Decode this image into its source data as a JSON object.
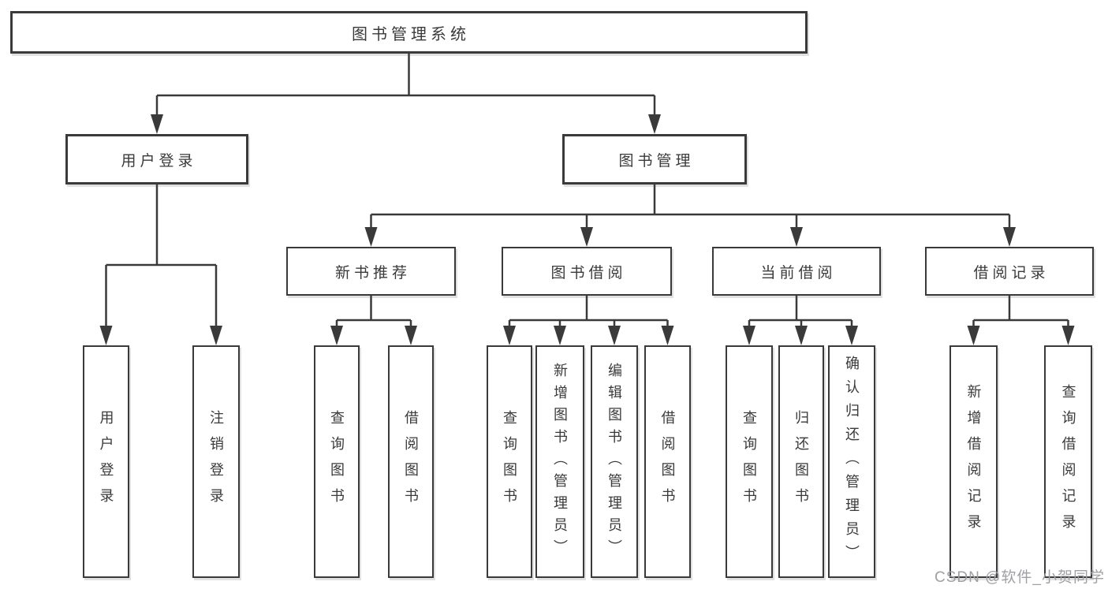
{
  "diagram": {
    "type": "hierarchy-tree",
    "line_color": "#3a3a3a",
    "box_background": "#ffffff",
    "tree": {
      "label": "图书管理系统",
      "children": [
        {
          "label": "用户登录",
          "children": [
            {
              "label": "用户登录"
            },
            {
              "label": "注销登录"
            }
          ]
        },
        {
          "label": "图书管理",
          "children": [
            {
              "label": "新书推荐",
              "children": [
                {
                  "label": "查询图书"
                },
                {
                  "label": "借阅图书"
                }
              ]
            },
            {
              "label": "图书借阅",
              "children": [
                {
                  "label": "查询图书"
                },
                {
                  "label": "新增图书（管理员）"
                },
                {
                  "label": "编辑图书（管理员）"
                },
                {
                  "label": "借阅图书"
                }
              ]
            },
            {
              "label": "当前借阅",
              "children": [
                {
                  "label": "查询图书"
                },
                {
                  "label": "归还图书"
                },
                {
                  "label": "确认归还（管理员）"
                }
              ]
            },
            {
              "label": "借阅记录",
              "children": [
                {
                  "label": "新增借阅记录"
                },
                {
                  "label": "查询借阅记录"
                }
              ]
            }
          ]
        }
      ]
    }
  },
  "watermark": {
    "text": "CSDN @软件_小贺同学",
    "color": "#9fa0a5"
  }
}
